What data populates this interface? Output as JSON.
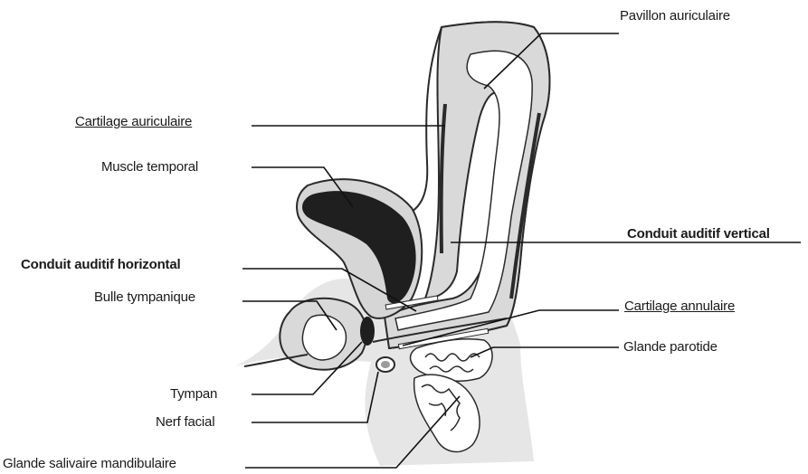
{
  "labels": {
    "pavillon": "Pavillon auriculaire",
    "cartilage_auriculaire": "Cartilage auriculaire",
    "muscle_temporal": "Muscle temporal",
    "conduit_vertical": "Conduit auditif vertical",
    "conduit_horizontal": "Conduit auditif horizontal",
    "bulle_tympanique": "Bulle tympanique",
    "cartilage_annulaire": "Cartilage annulaire",
    "glande_parotide": "Glande parotide",
    "tympan": "Tympan",
    "nerf_facial": "Nerf facial",
    "glande_salivaire": "Glande salivaire mandibulaire"
  },
  "colors": {
    "tissue": "#dcdcdc",
    "outline": "#2a2a2a",
    "muscle": "#1f1f1f",
    "leader": "#111111"
  }
}
